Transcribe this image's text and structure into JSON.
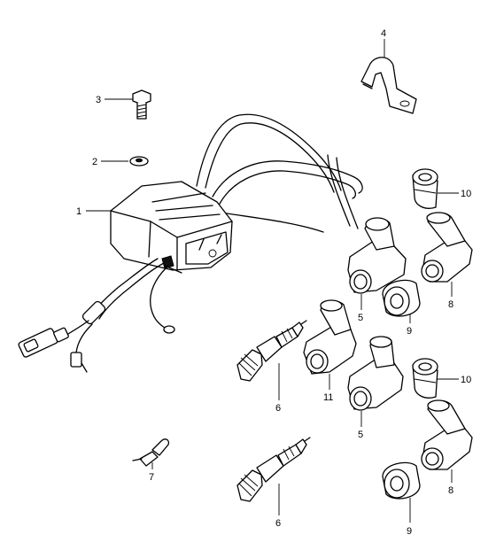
{
  "callouts": {
    "c1": "1",
    "c2": "2",
    "c3": "3",
    "c4": "4",
    "c5a": "5",
    "c5b": "5",
    "c6a": "6",
    "c6b": "6",
    "c7": "7",
    "c8a": "8",
    "c8b": "8",
    "c9a": "9",
    "c9b": "9",
    "c10a": "10",
    "c10b": "10",
    "c11": "11"
  }
}
